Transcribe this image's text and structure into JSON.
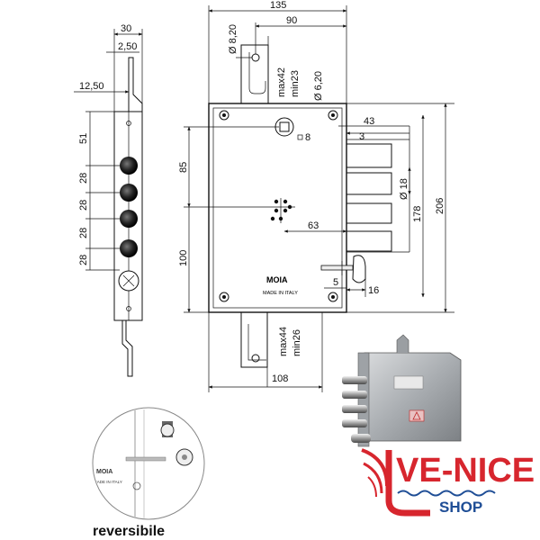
{
  "dimensions": {
    "top_width": "135",
    "top_90": "90",
    "hole_8_20": "Ø 8,20",
    "slot_max": "max42",
    "slot_min": "min23",
    "hole_6_20": "Ø 6,20",
    "sq_8": "8",
    "d43": "43",
    "d3": "3",
    "d18": "Ø 18",
    "d85": "85",
    "d63": "63",
    "d100": "100",
    "d178": "178",
    "d206": "206",
    "d5": "5",
    "d16": "16",
    "slot2_max": "max44",
    "slot2_min": "min26",
    "d108": "108",
    "side_30": "30",
    "side_2_50": "2,50",
    "side_12_50": "12,50",
    "side_51": "51",
    "pitch_1": "28",
    "pitch_2": "28",
    "pitch_3": "28",
    "pitch_4": "28"
  },
  "body_text": {
    "logo": "MOIA",
    "made_in": "MADE IN ITALY"
  },
  "inset": {
    "logo": "MOIA",
    "made_in": "MADE IN ITALY"
  },
  "caption": "reversibile",
  "shop": {
    "name": "VE-NICE",
    "sub": "SHOP",
    "color_red": "#d7262e",
    "color_blue": "#1f4e96"
  }
}
